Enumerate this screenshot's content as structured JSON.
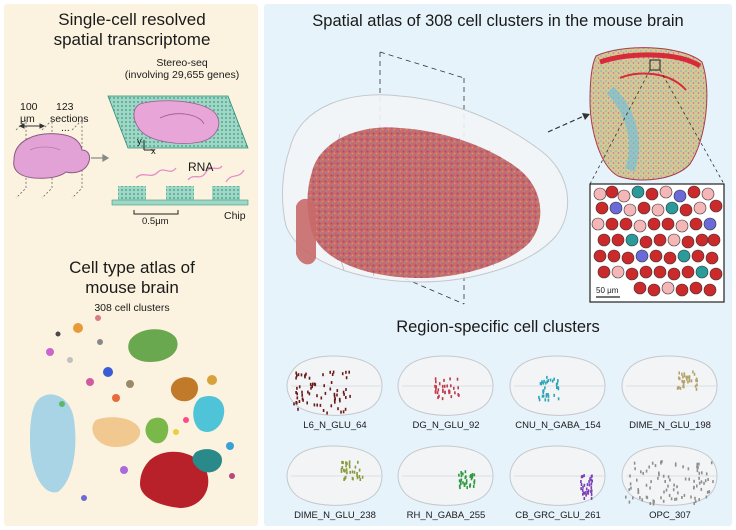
{
  "left": {
    "top_title_line1": "Single-cell resolved",
    "top_title_line2": "spatial transcriptome",
    "stereo_line1": "Stereo-seq",
    "stereo_line2": "(involving 29,655 genes)",
    "thickness_value": "100",
    "thickness_unit": "μm",
    "sections_count": "123",
    "sections_label": "sections",
    "ellipsis": "...",
    "axis_y": "y",
    "axis_x": "x",
    "rna_label": "RNA",
    "scale_label": "0.5μm",
    "chip_label": "Chip",
    "bottom_title_line1": "Cell type atlas of",
    "bottom_title_line2": "mouse brain",
    "umap_caption": "308 cell clusters"
  },
  "right": {
    "title": "Spatial atlas of 308 cell clusters in the mouse brain",
    "zoom_scale": "50 μm",
    "region_title": "Region-specific cell clusters",
    "clusters": [
      {
        "label": "L6_N_GLU_64",
        "color": "#6b1a1a",
        "region": "cortex"
      },
      {
        "label": "DG_N_GLU_92",
        "color": "#c23a4a",
        "region": "hippocampus"
      },
      {
        "label": "CNU_N_GABA_154",
        "color": "#2aa6b8",
        "region": "striatum"
      },
      {
        "label": "DIME_N_GLU_198",
        "color": "#b5a26a",
        "region": "midbrain"
      },
      {
        "label": "DIME_N_GLU_238",
        "color": "#8a9a3a",
        "region": "midbrain"
      },
      {
        "label": "RH_N_GABA_255",
        "color": "#2e9a3e",
        "region": "hindbrain"
      },
      {
        "label": "CB_GRC_GLU_261",
        "color": "#7b3fb5",
        "region": "cerebellum"
      },
      {
        "label": "OPC_307",
        "color": "#8f8f8f",
        "region": "whole"
      }
    ]
  }
}
